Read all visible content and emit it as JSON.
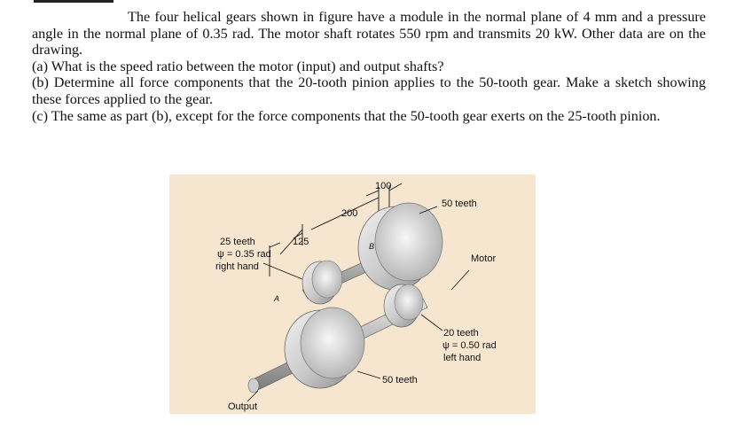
{
  "problem": {
    "p1": "The four helical gears shown in figure have a module in the normal plane of 4 mm and a pressure angle in the normal plane of 0.35 rad. The motor shaft rotates 550 rpm and transmits 20 kW. Other data are on the drawing.",
    "a": "(a) What is the speed ratio between the motor (input) and output shafts?",
    "b": "(b) Determine all force components that the 20-tooth pinion applies to the 50-tooth gear. Make a sketch showing these forces applied to the gear.",
    "c": "(c) The same as part (b), except for the force components that the 50-tooth gear exerts on the 25-tooth pinion."
  },
  "figure": {
    "dim_100": "100",
    "dim_200": "200",
    "dim_125": "125",
    "label_50_teeth_top": "50 teeth",
    "label_25_teeth": "25 teeth",
    "label_25_psi": "ψ = 0.35 rad",
    "label_25_hand": "right hand",
    "label_motor": "Motor",
    "label_20_teeth": "20 teeth",
    "label_20_psi": "ψ = 0.50 rad",
    "label_20_hand": "left hand",
    "label_50_teeth_bottom": "50 teeth",
    "label_output": "Output",
    "point_a": "A",
    "point_b": "B"
  }
}
